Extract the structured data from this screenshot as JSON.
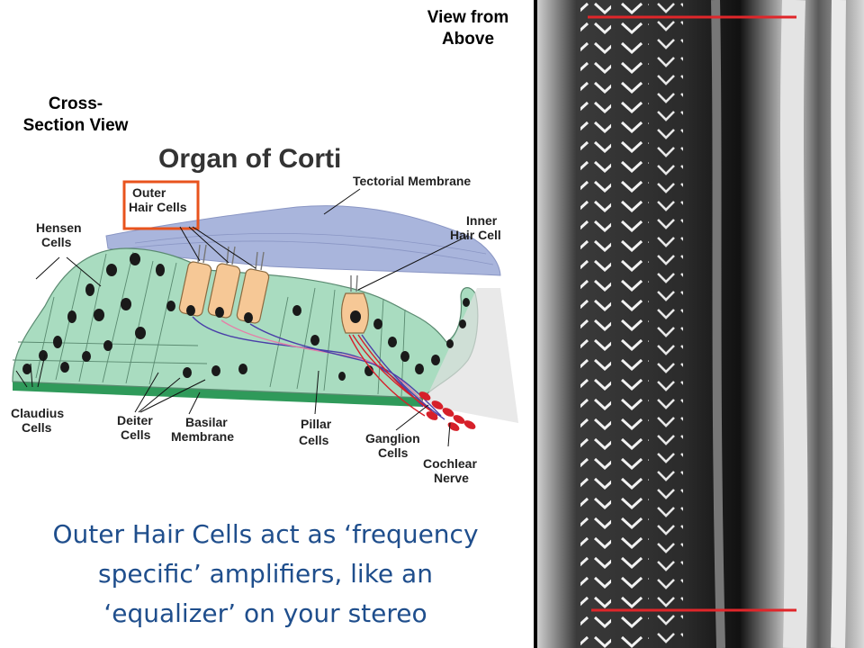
{
  "headings": {
    "view_from_above_1": "View from",
    "view_from_above_2": "Above",
    "cross_section_1": "Cross-",
    "cross_section_2": "Section View"
  },
  "diagram": {
    "title": "Organ of Corti",
    "labels": {
      "outer_hair_cells_1": "Outer",
      "outer_hair_cells_2": "Hair Cells",
      "tectorial_membrane": "Tectorial Membrane",
      "hensen_cells_1": "Hensen",
      "hensen_cells_2": "Cells",
      "inner_hair_cell_1": "Inner",
      "inner_hair_cell_2": "Hair Cell",
      "claudius_cells_1": "Claudius",
      "claudius_cells_2": "Cells",
      "deiter_cells_1": "Deiter",
      "deiter_cells_2": "Cells",
      "basilar_membrane_1": "Basilar",
      "basilar_membrane_2": "Membrane",
      "pillar_cells_1": "Pillar",
      "pillar_cells_2": "Cells",
      "ganglion_cells_1": "Ganglion",
      "ganglion_cells_2": "Cells",
      "cochlear_nerve_1": "Cochlear",
      "cochlear_nerve_2": "Nerve"
    },
    "colors": {
      "tissue": "#a9dcc0",
      "tectorial": "#a9b5dc",
      "basilar": "#2f9a5a",
      "hair_cell": "#f6c896",
      "highlight_box": "#e8531d",
      "nerve_red": "#d6202a",
      "nerve_blue": "#4a3fa8"
    }
  },
  "caption": {
    "line1": "Outer Hair Cells act as ‘frequency",
    "line2": "specific’ amplifiers, like an",
    "line3": "‘equalizer’ on your stereo"
  },
  "micrograph": {
    "marker_color": "#e0262a"
  }
}
